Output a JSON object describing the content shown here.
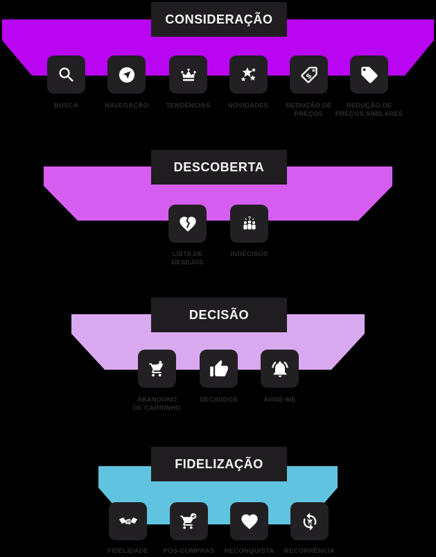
{
  "page": {
    "background": "#000000"
  },
  "sections": [
    {
      "title": "CONSIDERAÇÃO",
      "color": "#ba05f2",
      "tiles": [
        {
          "icon": "search-icon",
          "label": "BUSCA"
        },
        {
          "icon": "navigation-icon",
          "label": "NAVEGAÇÃO"
        },
        {
          "icon": "crown-icon",
          "label": "TENDÊNCIAS"
        },
        {
          "icon": "stars-icon",
          "label": "NOVIDADES"
        },
        {
          "icon": "price-tag-discount-icon",
          "label": "REDUÇÃO DE\nPREÇOS"
        },
        {
          "icon": "tag-icon",
          "label": "REDUÇÃO DE\nPREÇOS SIMILARES"
        }
      ]
    },
    {
      "title": "DESCOBERTA",
      "color": "#d55ef0",
      "tiles": [
        {
          "icon": "broken-heart-icon",
          "label": "LISTA DE\nDESEJOS"
        },
        {
          "icon": "undecided-people-icon",
          "label": "INDECISOS"
        }
      ]
    },
    {
      "title": "DECISÃO",
      "color": "#d9a9f0",
      "tiles": [
        {
          "icon": "cart-abandon-icon",
          "label": "ABANDONO\nDE CARRINHO"
        },
        {
          "icon": "thumb-up-icon",
          "label": "DECIDIDOS"
        },
        {
          "icon": "bell-ring-icon",
          "label": "AVISE-ME"
        }
      ]
    },
    {
      "title": "FIDELIZAÇÃO",
      "color": "#60c4e1",
      "tiles": [
        {
          "icon": "handshake-icon",
          "label": "FIDELIDADE"
        },
        {
          "icon": "cart-check-icon",
          "label": "PÓS-COMPRAS"
        },
        {
          "icon": "heart-icon",
          "label": "RECONQUISTA"
        },
        {
          "icon": "recurrence-icon",
          "label": "RECORRÊNCIA"
        }
      ]
    }
  ]
}
